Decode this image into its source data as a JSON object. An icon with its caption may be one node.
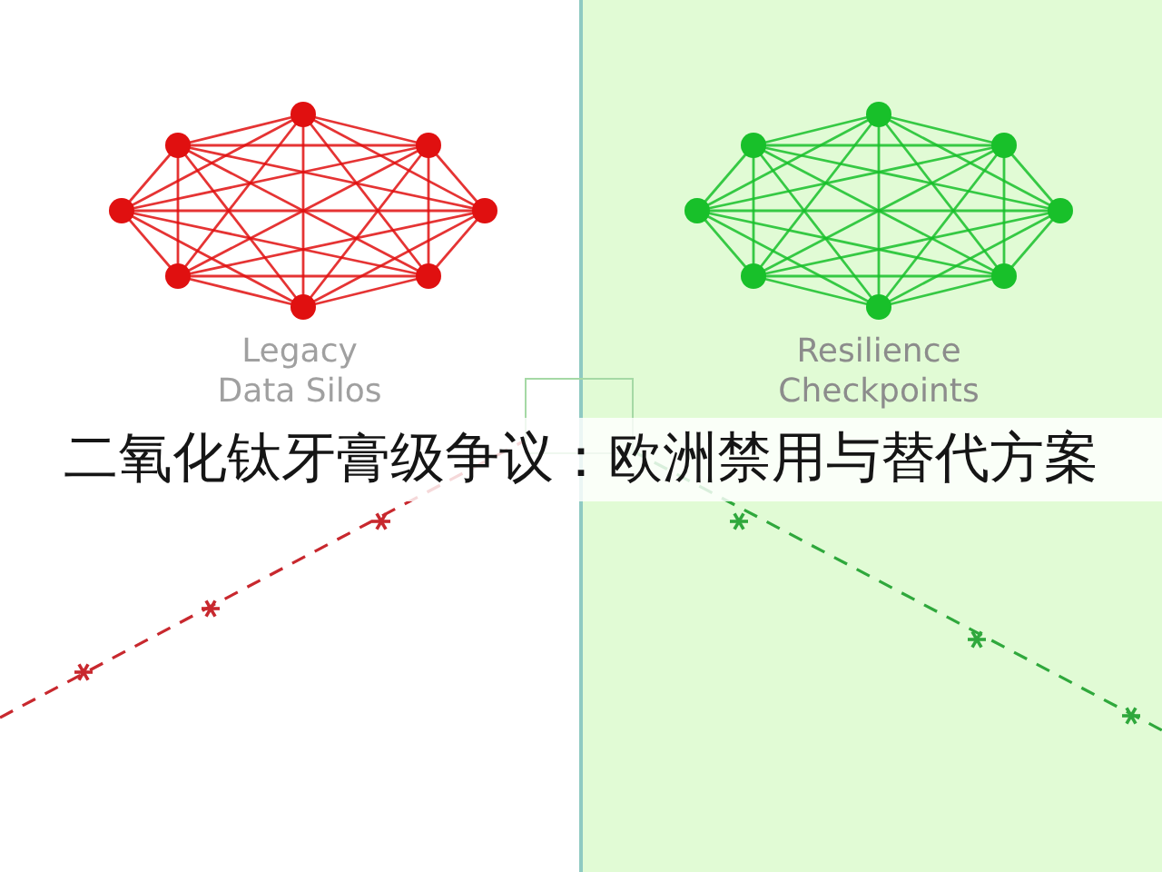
{
  "diagram": {
    "title": "二氧化钛牙膏级争议：欧洲禁用与替代方案",
    "labels": [
      "Legacy Data Silos",
      "Resilience Checkpoints"
    ]
  }
}
